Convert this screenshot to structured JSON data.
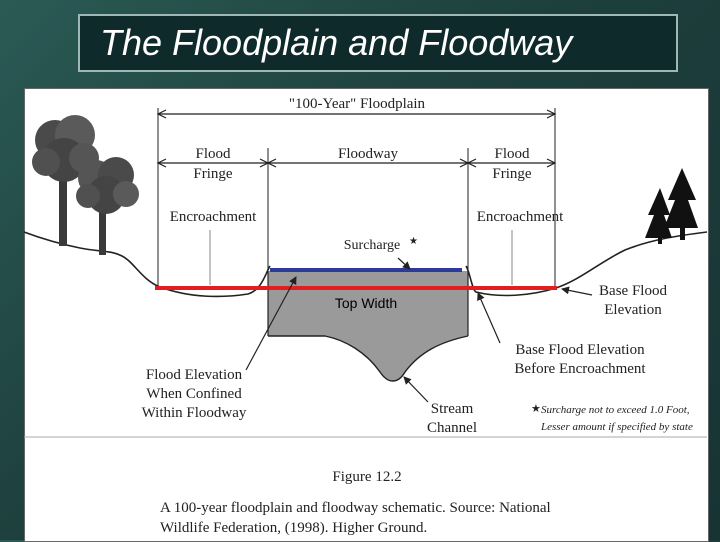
{
  "slide": {
    "title": "The Floodplain and Floodway"
  },
  "diagram": {
    "floodplain_label": "\"100-Year\" Floodplain",
    "flood_fringe_left_line1": "Flood",
    "flood_fringe_left_line2": "Fringe",
    "floodway_label": "Floodway",
    "flood_fringe_right_line1": "Flood",
    "flood_fringe_right_line2": "Fringe",
    "encroachment_left": "Encroachment",
    "encroachment_right": "Encroachment",
    "surcharge_label": "Surcharge",
    "top_width_label": "Top Width",
    "base_flood_elevation_line1": "Base Flood",
    "base_flood_elevation_line2": "Elevation",
    "bfe_before_line1": "Base Flood Elevation",
    "bfe_before_line2": "Before Encroachment",
    "flood_elevation_line1": "Flood Elevation",
    "flood_elevation_line2": "When Confined",
    "flood_elevation_line3": "Within Floodway",
    "stream_channel_line1": "Stream",
    "stream_channel_line2": "Channel",
    "footnote_line1": "Surcharge not to exceed 1.0 Foot,",
    "footnote_line2": "Lesser amount if specified by state",
    "colors": {
      "surcharge_line": "#2e3a9a",
      "base_flood_line": "#e02020",
      "water_fill": "#9a9a9a"
    }
  },
  "caption": {
    "figure_label": "Figure 12.2",
    "text_line1": "A 100-year floodplain and floodway schematic. Source: National",
    "text_line2": "Wildlife Federation, (1998). Higher Ground."
  }
}
